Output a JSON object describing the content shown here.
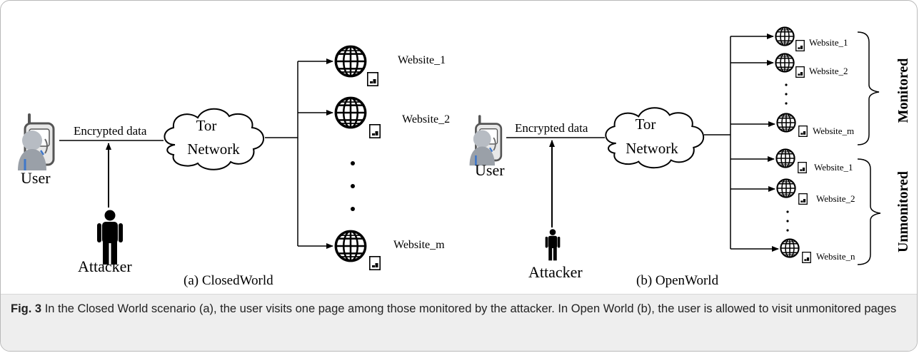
{
  "closed_world": {
    "user_label": "User",
    "encrypted_label": "Encrypted data",
    "attacker_label": "Attacker",
    "cloud_line1": "Tor",
    "cloud_line2": "Network",
    "websites": [
      "Website_1",
      "Website_2",
      "Website_m"
    ],
    "sublabel": "(a)  ClosedWorld"
  },
  "open_world": {
    "user_label": "User",
    "encrypted_label": "Encrypted data",
    "attacker_label": "Attacker",
    "cloud_line1": "Tor",
    "cloud_line2": "Network",
    "monitored_label": "Monitored",
    "unmonitored_label": "Unmonitored",
    "monitored_sites": [
      "Website_1",
      "Website_2",
      "Website_m"
    ],
    "unmonitored_sites": [
      "Website_1",
      "Website_2",
      "Website_n"
    ],
    "sublabel": "(b)  OpenWorld"
  },
  "caption": {
    "label": "Fig. 3",
    "text": "In the Closed World scenario (a), the user visits one page among those monitored by the attacker. In Open World (b), the user is allowed to visit unmonitored pages"
  },
  "colors": {
    "caption_band": "#eeeeee",
    "frame_border": "#b9b9b9",
    "line": "#000000"
  }
}
